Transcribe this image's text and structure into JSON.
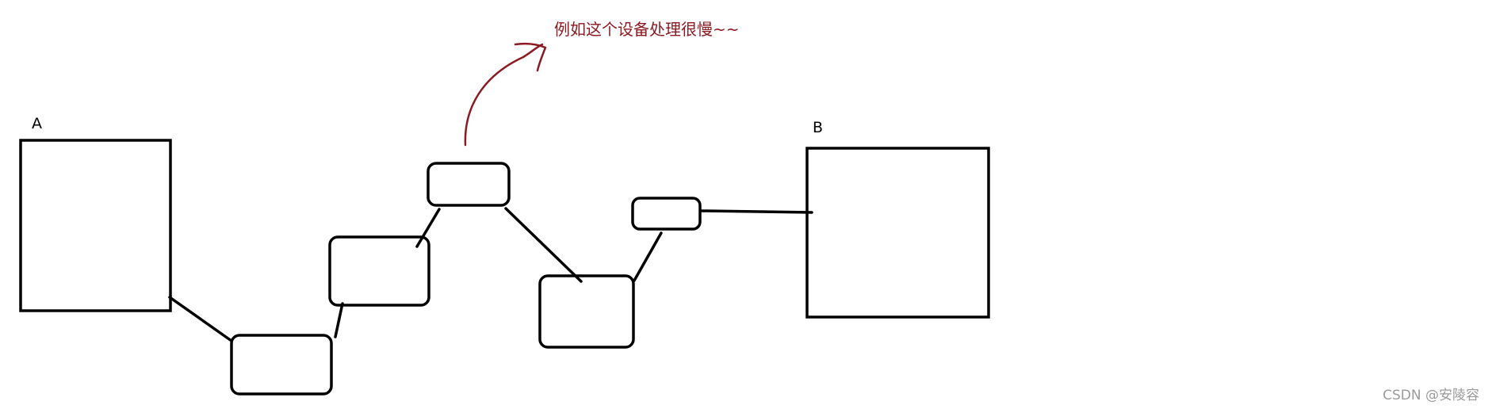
{
  "diagram": {
    "endpoint_a": {
      "label": "A"
    },
    "endpoint_b": {
      "label": "B"
    },
    "annotation": {
      "text": "例如这个设备处理很慢~~",
      "color": "#8b1a22"
    },
    "watermark": {
      "text": "CSDN @安陵容"
    }
  }
}
